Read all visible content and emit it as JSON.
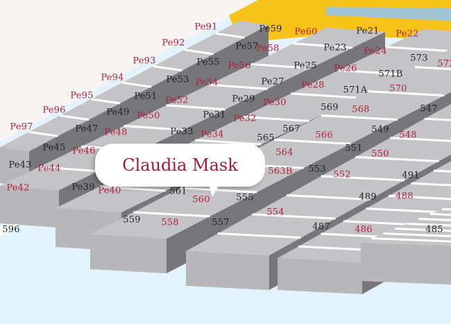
{
  "colors": {
    "red_label": "#b01f3a",
    "black_label": "#222222",
    "floor": "#e3f3fb",
    "outside": "#f7f4f2",
    "aisle_yellow": "#f7c21a",
    "water_strip": "#a0c4d4",
    "block_top": "#c4c4c6",
    "block_side": "#77777b",
    "block_front": "#b7b7ba"
  },
  "callout": {
    "label": "Claudia Mask"
  },
  "booths": [
    {
      "id": "Pe91",
      "c": "red"
    },
    {
      "id": "Pe92",
      "c": "red"
    },
    {
      "id": "Pe93",
      "c": "red"
    },
    {
      "id": "Pe94",
      "c": "red"
    },
    {
      "id": "Pe95",
      "c": "red"
    },
    {
      "id": "Pe96",
      "c": "red"
    },
    {
      "id": "Pe97",
      "c": "red"
    },
    {
      "id": "Pe60",
      "c": "red"
    },
    {
      "id": "Pe58",
      "c": "red"
    },
    {
      "id": "Pe56",
      "c": "red"
    },
    {
      "id": "Pe54",
      "c": "red"
    },
    {
      "id": "Pe52",
      "c": "red"
    },
    {
      "id": "Pe50",
      "c": "red"
    },
    {
      "id": "Pe48",
      "c": "red"
    },
    {
      "id": "Pe46",
      "c": "red"
    },
    {
      "id": "Pe44",
      "c": "red"
    },
    {
      "id": "Pe42",
      "c": "red"
    },
    {
      "id": "Pe22",
      "c": "red"
    },
    {
      "id": "Pe24",
      "c": "red"
    },
    {
      "id": "Pe26",
      "c": "red"
    },
    {
      "id": "Pe28",
      "c": "red"
    },
    {
      "id": "Pe30",
      "c": "red"
    },
    {
      "id": "Pe32",
      "c": "red"
    },
    {
      "id": "Pe34",
      "c": "red"
    },
    {
      "id": "Pe40",
      "c": "red"
    },
    {
      "id": "572",
      "c": "red"
    },
    {
      "id": "570",
      "c": "red"
    },
    {
      "id": "568",
      "c": "red"
    },
    {
      "id": "566",
      "c": "red"
    },
    {
      "id": "564",
      "c": "red"
    },
    {
      "id": "563B",
      "c": "red"
    },
    {
      "id": "560",
      "c": "red"
    },
    {
      "id": "558",
      "c": "red"
    },
    {
      "id": "548",
      "c": "red"
    },
    {
      "id": "550",
      "c": "red"
    },
    {
      "id": "552",
      "c": "red"
    },
    {
      "id": "554",
      "c": "red"
    },
    {
      "id": "488",
      "c": "red"
    },
    {
      "id": "486",
      "c": "red"
    },
    {
      "id": "Pe59",
      "c": "black"
    },
    {
      "id": "Pe57",
      "c": "black"
    },
    {
      "id": "Pe55",
      "c": "black"
    },
    {
      "id": "Pe53",
      "c": "black"
    },
    {
      "id": "Pe51",
      "c": "black"
    },
    {
      "id": "Pe49",
      "c": "black"
    },
    {
      "id": "Pe47",
      "c": "black"
    },
    {
      "id": "Pe45",
      "c": "black"
    },
    {
      "id": "Pe43",
      "c": "black"
    },
    {
      "id": "Pe21",
      "c": "black"
    },
    {
      "id": "Pe23",
      "c": "black"
    },
    {
      "id": "Pe25",
      "c": "black"
    },
    {
      "id": "Pe27",
      "c": "black"
    },
    {
      "id": "Pe29",
      "c": "black"
    },
    {
      "id": "Pe31",
      "c": "black"
    },
    {
      "id": "Pe33",
      "c": "black"
    },
    {
      "id": "Pe39",
      "c": "black"
    },
    {
      "id": "573",
      "c": "black"
    },
    {
      "id": "571B",
      "c": "black"
    },
    {
      "id": "571A",
      "c": "black"
    },
    {
      "id": "569",
      "c": "black"
    },
    {
      "id": "567",
      "c": "black"
    },
    {
      "id": "565",
      "c": "black"
    },
    {
      "id": "561",
      "c": "black"
    },
    {
      "id": "559",
      "c": "black"
    },
    {
      "id": "557",
      "c": "black"
    },
    {
      "id": "555",
      "c": "black"
    },
    {
      "id": "553",
      "c": "black"
    },
    {
      "id": "551",
      "c": "black"
    },
    {
      "id": "549",
      "c": "black"
    },
    {
      "id": "547",
      "c": "black"
    },
    {
      "id": "491",
      "c": "black"
    },
    {
      "id": "489",
      "c": "black"
    },
    {
      "id": "487",
      "c": "black"
    },
    {
      "id": "485",
      "c": "black"
    },
    {
      "id": "596",
      "c": "black"
    }
  ]
}
